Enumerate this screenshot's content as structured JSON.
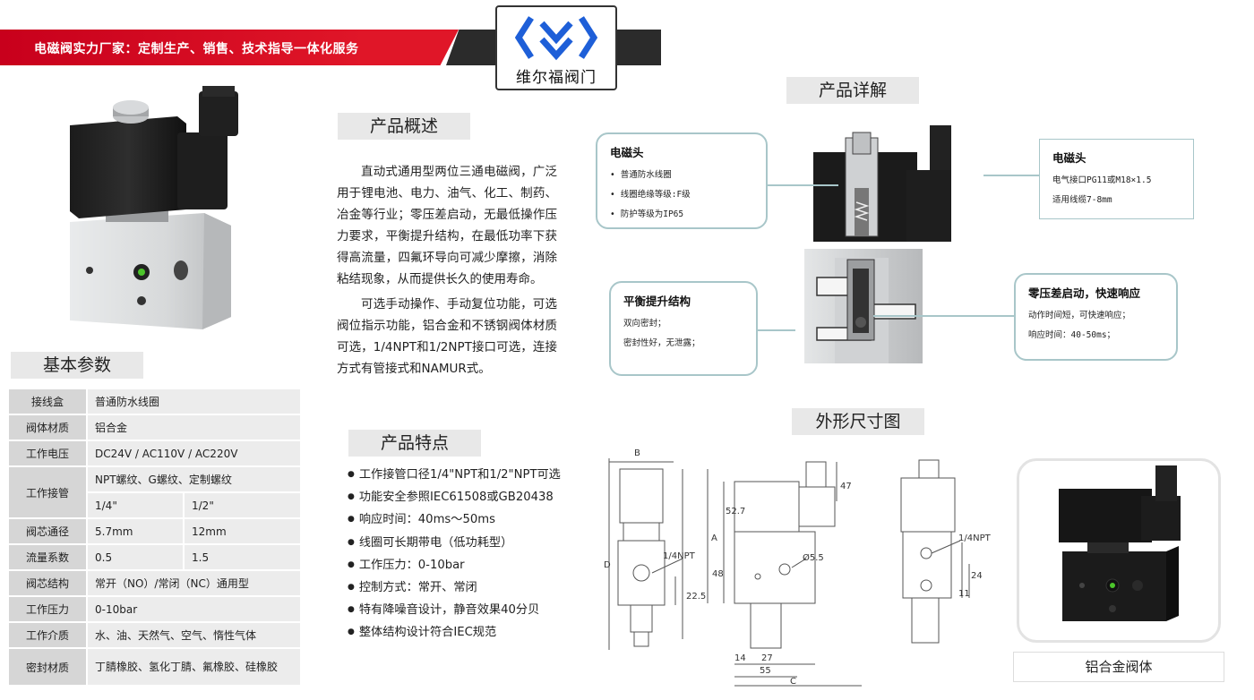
{
  "banner": {
    "slogan": "电磁阀实力厂家：定制生产、销售、技术指导一体化服务"
  },
  "logo": {
    "name": "维尔福阀门",
    "color": "#1e5fd8"
  },
  "sections": {
    "basic_params": "基本参数",
    "overview": "产品概述",
    "features": "产品特点",
    "details": "产品详解",
    "dimensions": "外形尺寸图"
  },
  "params": [
    {
      "k": "接线盒",
      "v": "普通防水线圈"
    },
    {
      "k": "阀体材质",
      "v": "铝合金"
    },
    {
      "k": "工作电压",
      "v": "DC24V   /  AC110V  /   AC220V"
    },
    {
      "k": "工作接管",
      "v": "NPT螺纹、G螺纹、定制螺纹",
      "v1": "1/4\"",
      "v2": "1/2\""
    },
    {
      "k": "阀芯通径",
      "v1": "5.7mm",
      "v2": "12mm"
    },
    {
      "k": "流量系数",
      "v1": "0.5",
      "v2": "1.5"
    },
    {
      "k": "阀芯结构",
      "v": "常开（NO）/常闭（NC）通用型"
    },
    {
      "k": "工作压力",
      "v": "0-10bar"
    },
    {
      "k": "工作介质",
      "v": "水、油、天然气、空气、惰性气体"
    },
    {
      "k": "密封材质",
      "v": "丁腈橡胶、氢化丁腈、氟橡胶、硅橡胶"
    }
  ],
  "overview": {
    "p1": "直动式通用型两位三通电磁阀，广泛用于锂电池、电力、油气、化工、制药、冶金等行业；零压差启动，无最低操作压力要求，平衡提升结构，在最低功率下获得高流量，四氟环导向可减少摩擦，消除粘结现象，从而提供长久的使用寿命。",
    "p2": "可选手动操作、手动复位功能，可选阀位指示功能，铝合金和不锈钢阀体材质可选，1/4NPT和1/2NPT接口可选，连接方式有管接式和NAMUR式。"
  },
  "features": [
    "工作接管口径1/4\"NPT和1/2\"NPT可选",
    "功能安全参照IEC61508或GB20438",
    "响应时间：40ms～50ms",
    "线圈可长期带电（低功耗型）",
    "工作压力：0-10bar",
    "控制方式：常开、常闭",
    "特有降噪音设计，静音效果40分贝",
    "整体结构设计符合IEC规范"
  ],
  "callouts": {
    "coil_left": {
      "title": "电磁头",
      "lines": [
        "普通防水线圈",
        "线圈绝缘等级:F级",
        "防护等级为IP65"
      ]
    },
    "coil_right": {
      "title": "电磁头",
      "lines": [
        "电气接口PG11或M18×1.5",
        "适用线缆7-8mm"
      ]
    },
    "balance": {
      "title": "平衡提升结构",
      "lines": [
        "双向密封；",
        "密封性好，无泄露；"
      ]
    },
    "zero_diff": {
      "title": "零压差启动，快速响应",
      "lines": [
        "动作时间短，可快速响应；",
        "响应时间：40-50ms；"
      ]
    }
  },
  "drawing": {
    "B": "B",
    "A": "A",
    "D": "D",
    "C": "C",
    "d527": "52.7",
    "d48": "48",
    "d47": "47",
    "d225": "22.5",
    "d14": "14",
    "d27": "27",
    "d55": "55",
    "d55dia": "Ø5.5",
    "d24": "24",
    "d11": "11",
    "npt": "1/4NPT"
  },
  "alu_caption": "铝合金阀体",
  "colors": {
    "banner_red": "#e01628",
    "banner_dark": "#2b2b2b",
    "callout_border": "#a8c6c9",
    "indicator": "#4cc52b"
  }
}
